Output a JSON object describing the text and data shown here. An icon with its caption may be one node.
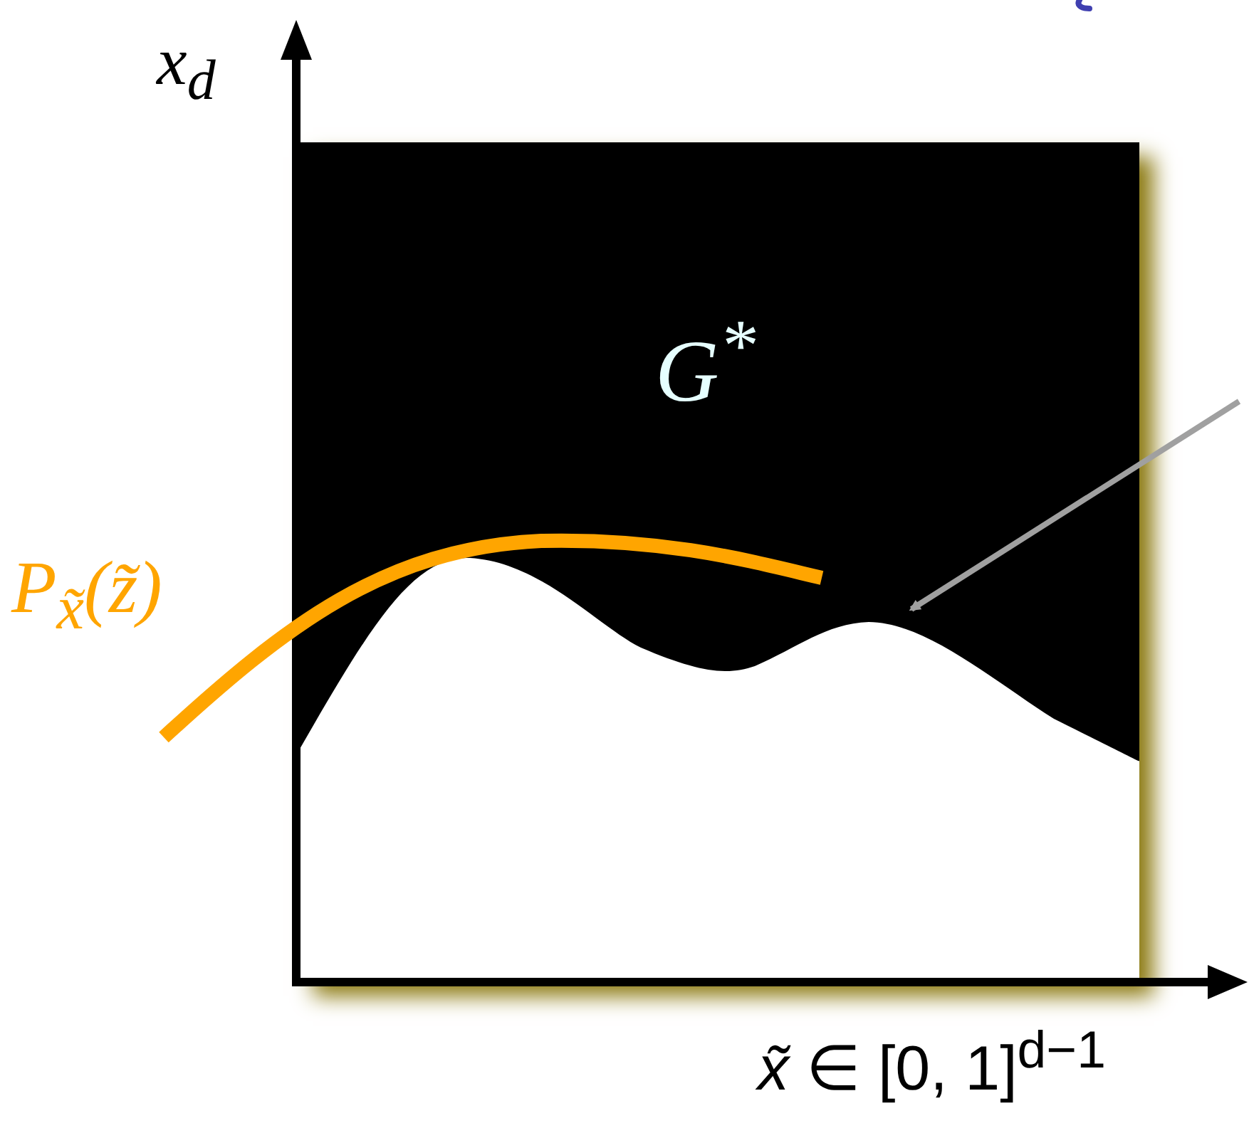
{
  "diagram": {
    "nodes": [
      {
        "text": [
          "G$^{*}$"
        ]
      },
      {
        "text": [],
        "shape": "picture",
        "in": 0
      }
    ],
    "edges": [
      {
        "from": null,
        "to": 1,
        "arrow": "to"
      }
    ],
    "labels": [
      "x$_{d}$",
      "P$_{x̃}$(z̃)",
      "*x̃* ∈ [0, 1]$^{d−1}$"
    ]
  }
}
